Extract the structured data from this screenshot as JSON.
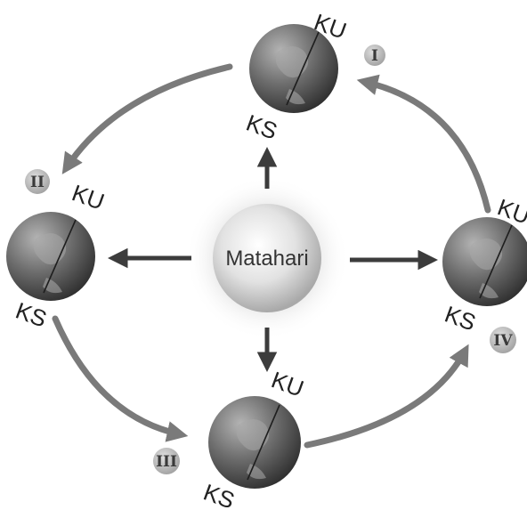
{
  "sun": {
    "label": "Matahari"
  },
  "positions": [
    {
      "id": "I",
      "badge": "I",
      "north": "KU",
      "south": "KS"
    },
    {
      "id": "II",
      "badge": "II",
      "north": "KU",
      "south": "KS"
    },
    {
      "id": "III",
      "badge": "III",
      "north": "KU",
      "south": "KS"
    },
    {
      "id": "IV",
      "badge": "IV",
      "north": "KU",
      "south": "KS"
    }
  ],
  "colors": {
    "orbit_arrow": "#7a7a7a",
    "sun_arrow": "#3c3c3c",
    "badge_fill": "#bcbcbc"
  }
}
